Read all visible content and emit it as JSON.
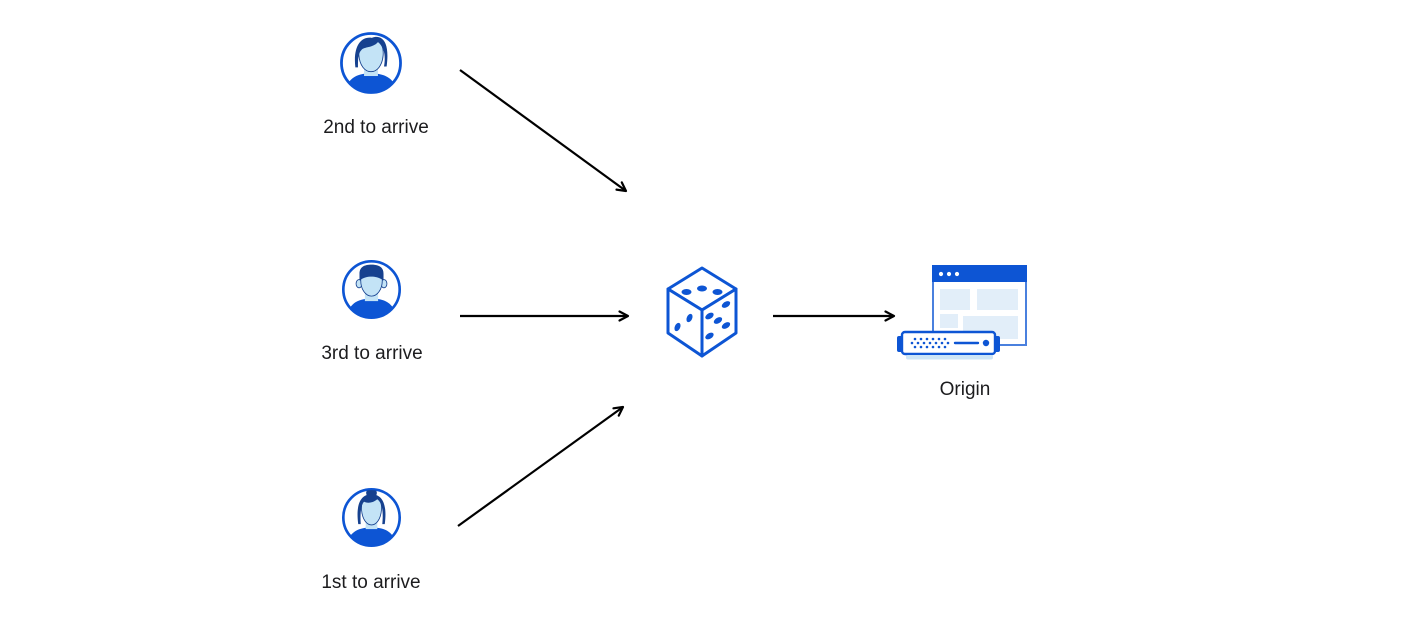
{
  "diagram": {
    "nodes": {
      "visitor_2nd": {
        "label": "2nd to arrive",
        "icon": "avatar-man-icon"
      },
      "visitor_3rd": {
        "label": "3rd to arrive",
        "icon": "avatar-man-flattop-icon"
      },
      "visitor_1st": {
        "label": "1st to arrive",
        "icon": "avatar-woman-icon"
      },
      "random_selector": {
        "icon": "dice-icon"
      },
      "origin": {
        "label": "Origin",
        "icon": "origin-server-browser-icon"
      }
    },
    "edges": [
      {
        "from": "visitor_2nd",
        "to": "random_selector"
      },
      {
        "from": "visitor_3rd",
        "to": "random_selector"
      },
      {
        "from": "visitor_1st",
        "to": "random_selector"
      },
      {
        "from": "random_selector",
        "to": "origin"
      }
    ],
    "colors": {
      "primary_blue": "#0d55d4",
      "navy_hair": "#16418f",
      "face_blue": "#c3e3f6",
      "pale_block_blue": "#e2eef9",
      "window_border_blue": "#4a80de",
      "server_tray_blue": "#cde5f6",
      "arrow_black": "#000000",
      "label_text": "#1c1c1e",
      "background": "#ffffff"
    }
  }
}
